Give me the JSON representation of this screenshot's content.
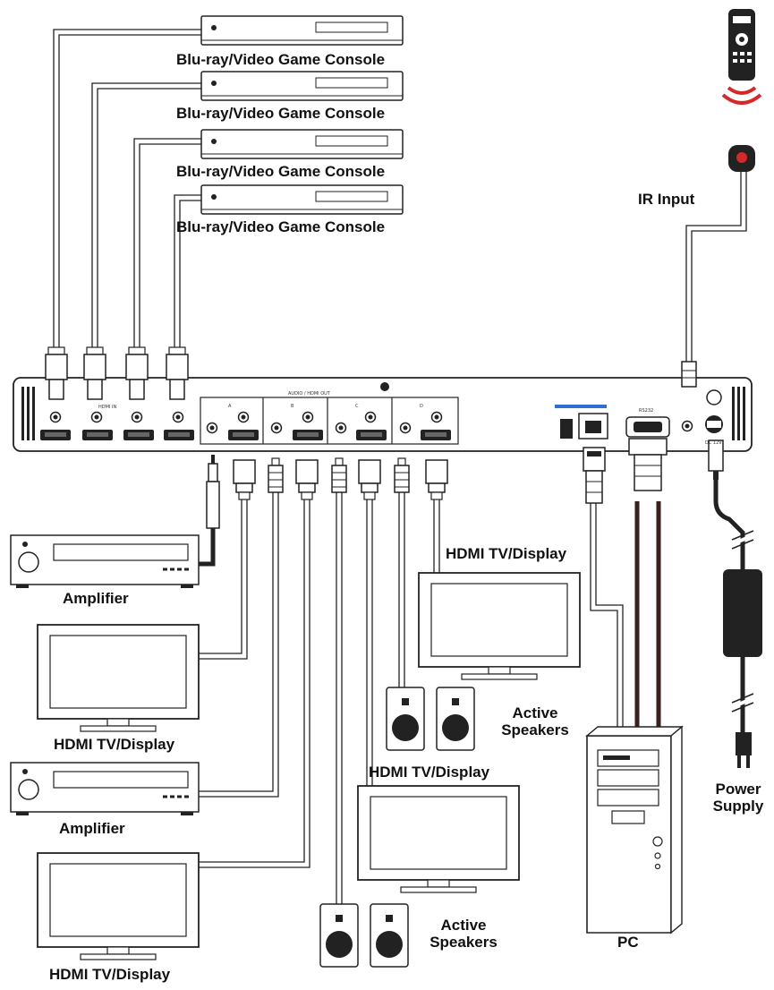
{
  "labels": {
    "source1": "Blu-ray/Video Game Console",
    "source2": "Blu-ray/Video Game Console",
    "source3": "Blu-ray/Video Game Console",
    "source4": "Blu-ray/Video Game Console",
    "ir_input": "IR Input",
    "amplifier1": "Amplifier",
    "amplifier2": "Amplifier",
    "display1": "HDMI TV/Display",
    "display2": "HDMI TV/Display",
    "display3": "HDMI TV/Display",
    "display4": "HDMI TV/Display",
    "speakers1_line1": "Active",
    "speakers1_line2": "Speakers",
    "speakers2_line1": "Active",
    "speakers2_line2": "Speakers",
    "power_line1": "Power",
    "power_line2": "Supply",
    "pc": "PC"
  },
  "panel": {
    "out_header": "AUDIO / HDMI OUT",
    "zone_a": "A",
    "zone_b": "B",
    "zone_c": "C",
    "zone_d": "D",
    "hdmi_in": "HDMI IN",
    "rs232": "RS232",
    "dc_in": "DC 12V"
  },
  "colors": {
    "line": "#222222",
    "cable_dark": "#3a1f1f",
    "ir_red": "#d62828",
    "lan_blue": "#2f6fd1"
  },
  "icons": [
    "remote-control-icon",
    "ir-receiver-icon",
    "power-adapter-icon"
  ]
}
